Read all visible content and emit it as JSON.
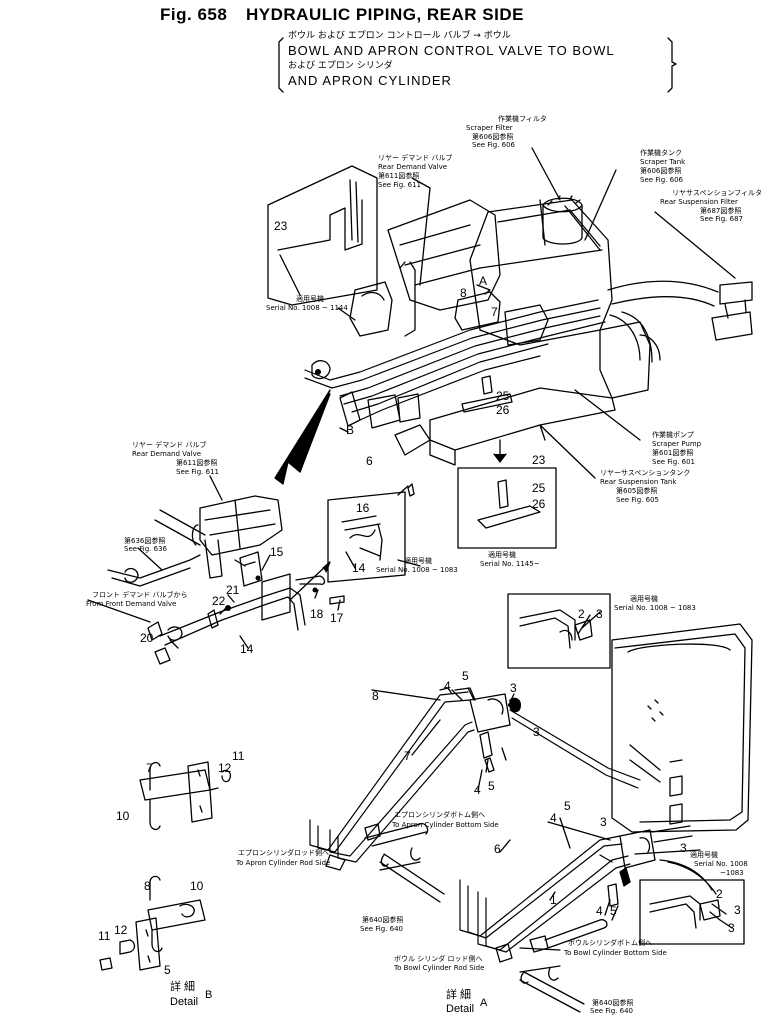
{
  "header": {
    "fig_label": "Fig. 658",
    "title": "HYDRAULIC PIPING, REAR SIDE",
    "jp_line1": "ボウル および エプロン コントロール バルブ → ボウル",
    "en_line1": "BOWL AND APRON CONTROL VALVE TO BOWL",
    "jp_line2": "および エプロン シリンダ",
    "en_line2": "AND APRON CYLINDER"
  },
  "callouts": {
    "scraper_filter_jp": "作業機フィルタ",
    "scraper_filter": "Scraper Filter",
    "scraper_filter_ref_jp": "第606図参照",
    "scraper_filter_ref": "See Fig. 606",
    "scraper_tank_jp": "作業機タンク",
    "scraper_tank": "Scraper Tank",
    "scraper_tank_ref_jp": "第606図参照",
    "scraper_tank_ref": "See Fig. 606",
    "rear_susp_filter_jp": "リヤサスペンションフィルタ",
    "rear_susp_filter": "Rear Suspension Filter",
    "rear_susp_filter_ref_jp": "第687図参照",
    "rear_susp_filter_ref": "See Fig. 687",
    "rear_demand_valve_jp": "リヤー デマンド バルブ",
    "rear_demand_valve": "Rear Demand Valve",
    "rear_demand_valve_ref_jp": "第611図参照",
    "rear_demand_valve_ref": "See Fig. 611",
    "serial_top_jp": "適用号機",
    "serial_top": "Serial No. 1008 ~ 1144",
    "scraper_pump_jp": "作業機ポンプ",
    "scraper_pump": "Scraper Pump",
    "scraper_pump_ref_jp": "第601図参照",
    "scraper_pump_ref": "See Fig. 601",
    "rear_susp_tank_jp": "リヤーサスペンションタンク",
    "rear_susp_tank": "Rear Suspension Tank",
    "rear_susp_tank_ref_jp": "第605図参照",
    "rear_susp_tank_ref": "See Fig. 605",
    "serial_1145_jp": "適用号機",
    "serial_1145": "Serial No. 1145~",
    "rear_demand_valve2_jp": "リヤー デマンド バルブ",
    "rear_demand_valve2": "Rear Demand Valve",
    "rear_demand_valve2_ref_jp": "第611図参照",
    "rear_demand_valve2_ref": "See Fig. 611",
    "fig636_jp": "第636図参照",
    "fig636": "See Fig. 636",
    "from_front_jp": "フロント デマンド バルブから",
    "from_front": "From Front Demand Valve",
    "serial_1008_1083_a_jp": "適用号機",
    "serial_1008_1083_a": "Serial No. 1008 ~ 1083",
    "serial_1008_1083_b_jp": "適用号機",
    "serial_1008_1083_b": "Serial No. 1008 ~ 1083",
    "apron_bottom_jp": "エプロンシリンダボトム側へ",
    "apron_bottom": "To Apron Cylinder Bottom Side",
    "apron_rod_jp": "エプロンシリンダロッド側へ",
    "apron_rod": "To Apron Cylinder Rod Side",
    "fig640a_jp": "第640図参照",
    "fig640a": "See Fig. 640",
    "serial_1008_1083_c_jp": "適用号機",
    "serial_1008_1083_c_1": "Serial No. 1008",
    "serial_1008_1083_c_2": "~1083",
    "bowl_bottom_jp": "ボウルシリンダボトム側へ",
    "bowl_bottom": "To Bowl Cylinder Bottom Side",
    "bowl_rod_jp": "ボウル シリンダ ロッド側へ",
    "bowl_rod": "To Bowl Cylinder Rod Side",
    "fig640b_jp": "第640図参照",
    "fig640b": "See Fig. 640"
  },
  "details": {
    "detail_b_jp": "詳 細",
    "detail_b": "Detail",
    "detail_b_letter": "B",
    "detail_a_jp": "詳 細",
    "detail_a": "Detail",
    "detail_a_letter": "A"
  },
  "parts": {
    "p23a": "23",
    "p8a": "8",
    "pA": "A",
    "p7a": "7",
    "p25a": "25",
    "p26a": "26",
    "pB": "B",
    "p6a": "6",
    "p23b": "23",
    "p25b": "25",
    "p26b": "26",
    "p16": "16",
    "p14a": "14",
    "p15": "15",
    "p21": "21",
    "p22": "22",
    "p18": "18",
    "p17": "17",
    "p20": "20",
    "p14b": "14",
    "p2a": "2",
    "p3a": "3",
    "p4a": "4",
    "p5a": "5",
    "p3b": "3",
    "p8b": "8",
    "p3c": "3",
    "p7b": "7",
    "p4b": "4",
    "p5b": "5",
    "p7c": "7",
    "p11a": "11",
    "p12a": "12",
    "p10a": "10",
    "p6b": "6",
    "p4c": "4",
    "p5c": "5",
    "p3d": "3",
    "p1": "1",
    "p3e": "3",
    "p4d": "4",
    "p5d": "5",
    "p2b": "2",
    "p3f": "3",
    "p3g": "3",
    "p8c": "8",
    "p10b": "10",
    "p11b": "11",
    "p12b": "12",
    "p5e": "5"
  }
}
